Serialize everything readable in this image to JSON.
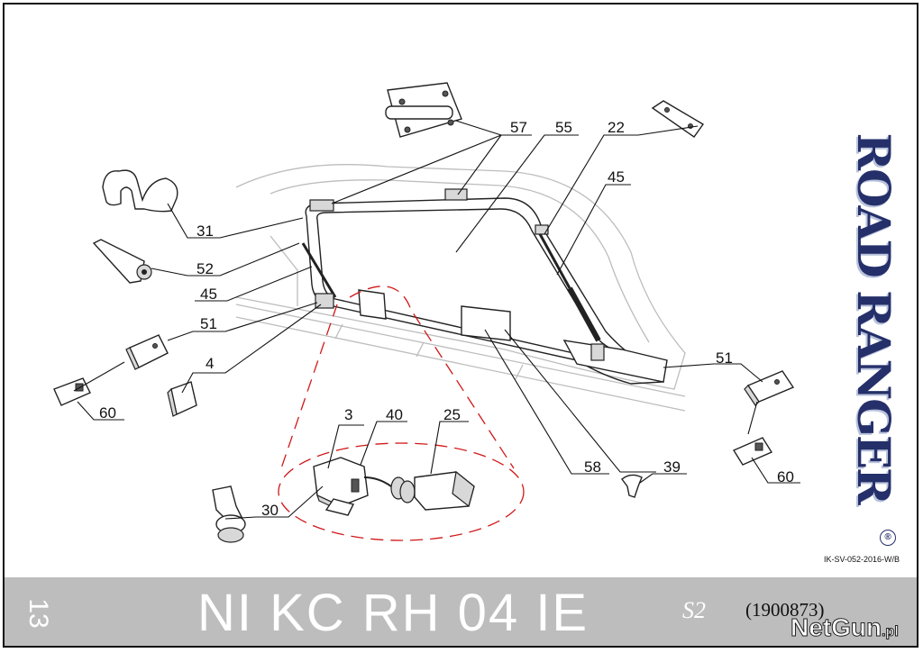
{
  "brand": {
    "logo_text": "ROAD RANGER",
    "registered_mark": "®"
  },
  "document_ref": "IK-SV-052-2016-W/B",
  "callouts": {
    "c57": "57",
    "c55": "55",
    "c22": "22",
    "c45a": "45",
    "c31": "31",
    "c52": "52",
    "c45b": "45",
    "c51a": "51",
    "c4": "4",
    "c60a": "60",
    "c3": "3",
    "c40": "40",
    "c25": "25",
    "c30": "30",
    "c58": "58",
    "c39": "39",
    "c51b": "51",
    "c60b": "60"
  },
  "footer": {
    "page_number": "13",
    "model_code": "NI KC RH 04 IE",
    "variant": "S2",
    "catalog_number": "(1900873)",
    "watermark_main": "NetGun",
    "watermark_suffix": ".pl"
  }
}
